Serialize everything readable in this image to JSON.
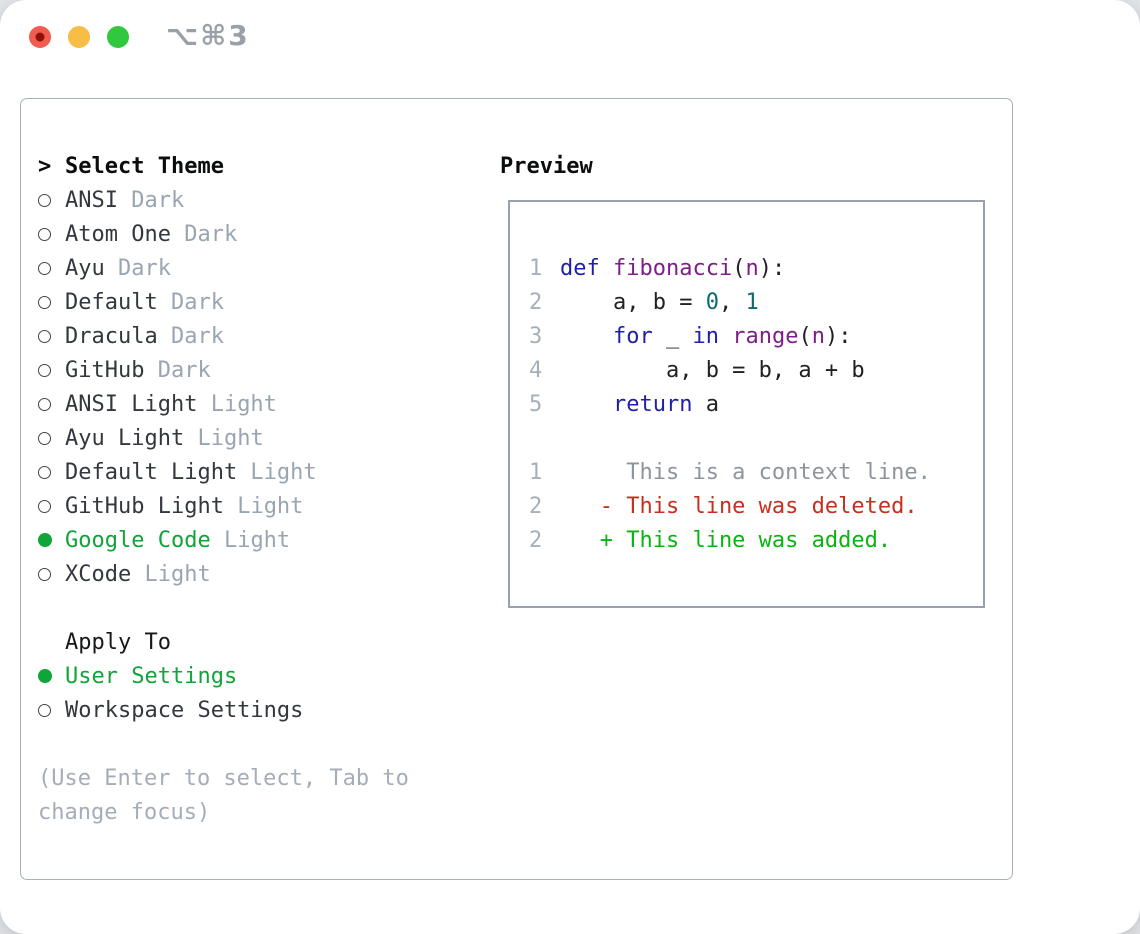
{
  "window": {
    "shortcut": "⌥⌘3"
  },
  "colors": {
    "traffic_close": "#f15b50",
    "traffic_close_inner": "#8c1207",
    "traffic_minimize": "#f8bd45",
    "traffic_zoom": "#31c73e",
    "selection_green": "#10a539",
    "syntax": {
      "keyword": "#1f1fa8",
      "title": "#7d1f87",
      "number": "#0b6b6b",
      "plain": "#202124",
      "context": "#8d959d",
      "deleted": "#c5301f",
      "added": "#0bb410",
      "linenum": "#a6afba"
    }
  },
  "theme_panel": {
    "header": {
      "cursor": ">",
      "label": "Select Theme"
    },
    "themes": [
      {
        "name": "ANSI",
        "variant": "Dark",
        "selected": false
      },
      {
        "name": "Atom One",
        "variant": "Dark",
        "selected": false
      },
      {
        "name": "Ayu",
        "variant": "Dark",
        "selected": false
      },
      {
        "name": "Default",
        "variant": "Dark",
        "selected": false
      },
      {
        "name": "Dracula",
        "variant": "Dark",
        "selected": false
      },
      {
        "name": "GitHub",
        "variant": "Dark",
        "selected": false
      },
      {
        "name": "ANSI Light",
        "variant": "Light",
        "selected": false
      },
      {
        "name": "Ayu Light",
        "variant": "Light",
        "selected": false
      },
      {
        "name": "Default Light",
        "variant": "Light",
        "selected": false
      },
      {
        "name": "GitHub Light",
        "variant": "Light",
        "selected": false
      },
      {
        "name": "Google Code",
        "variant": "Light",
        "selected": true
      },
      {
        "name": "XCode",
        "variant": "Light",
        "selected": false
      }
    ],
    "apply_to": {
      "label": "Apply To",
      "options": [
        {
          "name": "User Settings",
          "selected": true
        },
        {
          "name": "Workspace Settings",
          "selected": false
        }
      ]
    },
    "help_lines": [
      "(Use Enter to select, Tab to",
      "change focus)"
    ]
  },
  "preview": {
    "title": "Preview",
    "lines": [
      {
        "num": "",
        "tokens": []
      },
      {
        "num": "1",
        "tokens": [
          [
            "def",
            "keyword"
          ],
          [
            " ",
            "plain"
          ],
          [
            "fibonacci",
            "title"
          ],
          [
            "(",
            "plain"
          ],
          [
            "n",
            "title"
          ],
          [
            "):",
            "plain"
          ]
        ]
      },
      {
        "num": "2",
        "tokens": [
          [
            "    a, b = ",
            "plain"
          ],
          [
            "0",
            "number"
          ],
          [
            ", ",
            "plain"
          ],
          [
            "1",
            "number"
          ]
        ]
      },
      {
        "num": "3",
        "tokens": [
          [
            "    ",
            "plain"
          ],
          [
            "for",
            "keyword"
          ],
          [
            " _ ",
            "plain"
          ],
          [
            "in",
            "keyword"
          ],
          [
            " ",
            "plain"
          ],
          [
            "range",
            "title"
          ],
          [
            "(",
            "plain"
          ],
          [
            "n",
            "title"
          ],
          [
            "):",
            "plain"
          ]
        ]
      },
      {
        "num": "4",
        "tokens": [
          [
            "        a, b = b, a + b",
            "plain"
          ]
        ]
      },
      {
        "num": "5",
        "tokens": [
          [
            "    ",
            "plain"
          ],
          [
            "return",
            "keyword"
          ],
          [
            " a",
            "plain"
          ]
        ]
      },
      {
        "num": "",
        "tokens": []
      },
      {
        "num": "1",
        "tokens": [
          [
            "     This is a context line.",
            "context"
          ]
        ]
      },
      {
        "num": "2",
        "tokens": [
          [
            "   - This line was deleted.",
            "deleted"
          ]
        ]
      },
      {
        "num": "2",
        "tokens": [
          [
            "   + This line was added.",
            "added"
          ]
        ]
      }
    ]
  }
}
